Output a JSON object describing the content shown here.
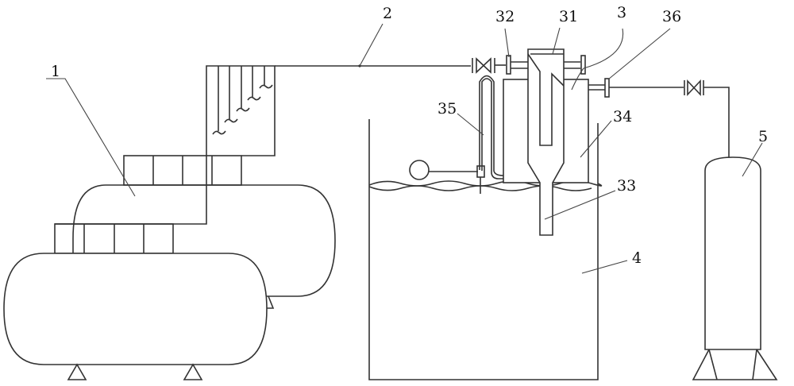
{
  "title": "Gas recovery system schematic",
  "labels": {
    "l1": "1",
    "l2": "2",
    "l3": "3",
    "l4": "4",
    "l5": "5",
    "l31": "31",
    "l32": "32",
    "l33": "33",
    "l34": "34",
    "l35": "35",
    "l36": "36"
  },
  "colors": {
    "line": "#333333",
    "background": "#ffffff"
  }
}
